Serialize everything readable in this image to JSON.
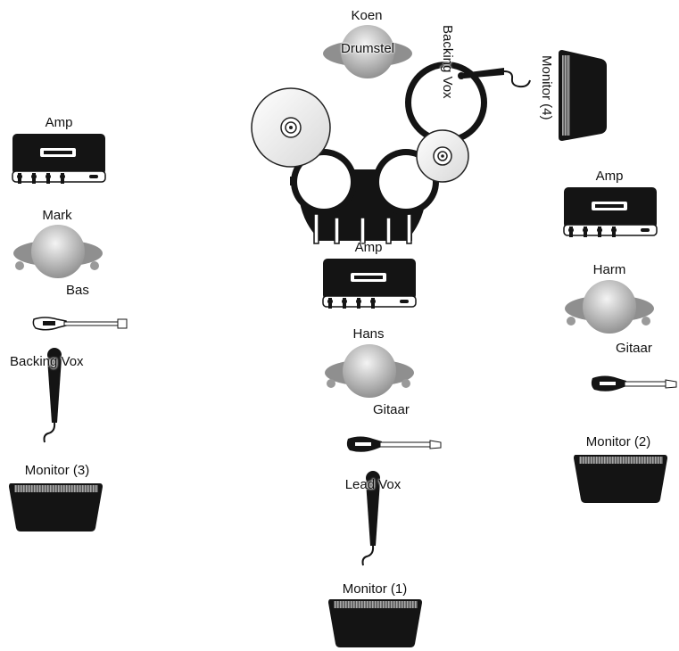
{
  "labels": {
    "koen": "Koen",
    "drumstel": "Drumstel",
    "backing_vox_drums": "Backing Vox",
    "monitor_4": "Monitor (4)",
    "amp_left": "Amp",
    "mark": "Mark",
    "bas": "Bas",
    "backing_vox_left": "Backing Vox",
    "monitor_3": "Monitor (3)",
    "amp_center": "Amp",
    "hans": "Hans",
    "gitaar_center": "Gitaar",
    "lead_vox": "Lead Vox",
    "monitor_1": "Monitor (1)",
    "amp_right": "Amp",
    "harm": "Harm",
    "gitaar_right": "Gitaar",
    "monitor_2": "Monitor (2)"
  },
  "colors": {
    "equipment": "#1a1a1a",
    "person_head_light": "#f2f2f2",
    "person_head_dark": "#8c8c8c",
    "shoulders": "#8f8f8f",
    "monitor_grille": "#9a9a9a"
  }
}
